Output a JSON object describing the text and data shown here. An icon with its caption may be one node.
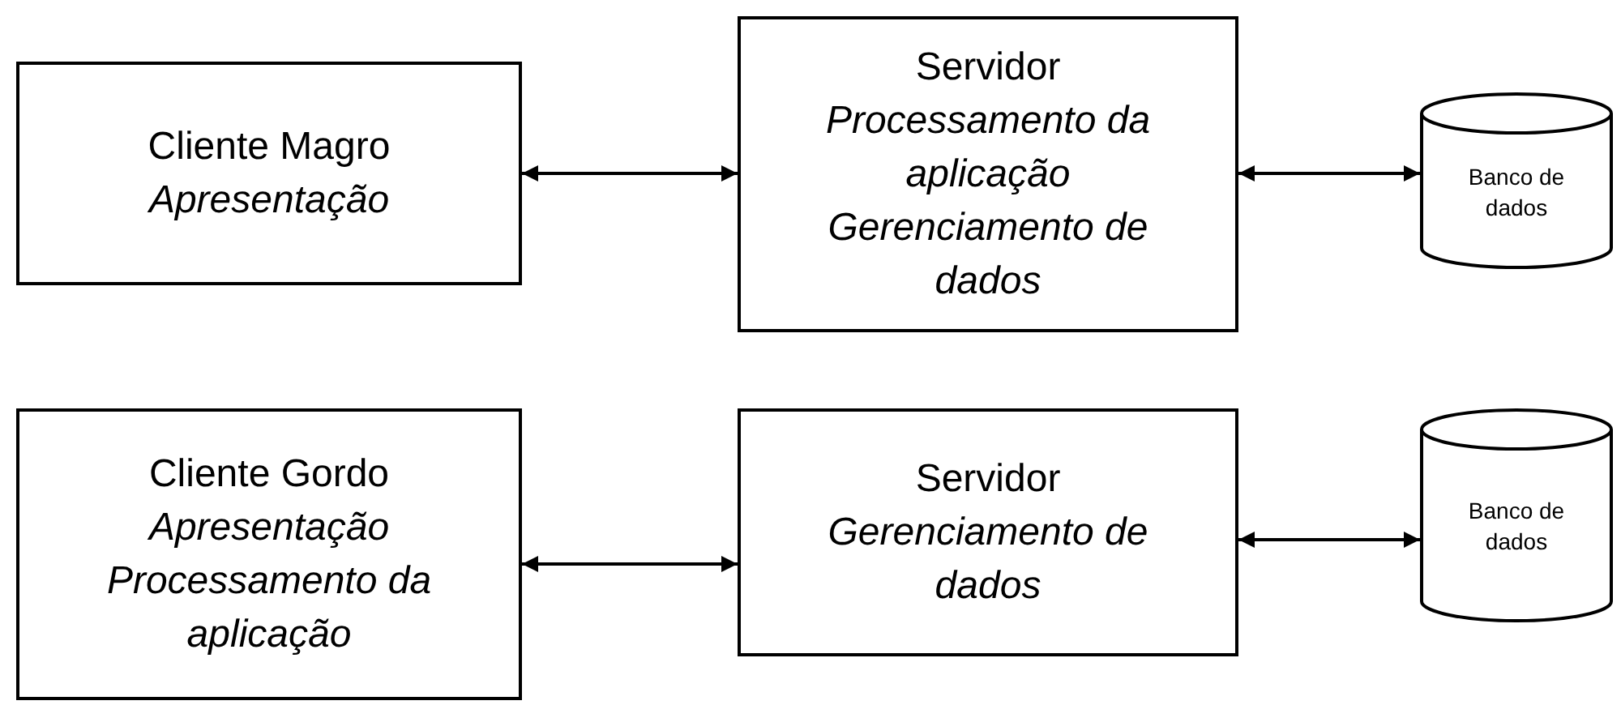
{
  "diagram": {
    "nodes": [
      {
        "text": [
          "Cliente Magro",
          "Apresentação"
        ]
      },
      {
        "text": [
          "Servidor",
          "Processamento da aplicação",
          "Gerenciamento de dados"
        ]
      },
      {
        "text": [
          "Banco de dados"
        ]
      },
      {
        "text": [
          "Cliente Gordo",
          "Apresentação",
          "Processamento da aplicação"
        ]
      },
      {
        "text": [
          "Servidor",
          "Gerenciamento de dados"
        ]
      },
      {
        "text": [
          "Banco de dados"
        ]
      }
    ],
    "edges": [
      {
        "from": 0,
        "to": 1,
        "arrow": "both"
      },
      {
        "from": 1,
        "to": 2,
        "arrow": "both"
      },
      {
        "from": 3,
        "to": 4,
        "arrow": "both"
      },
      {
        "from": 4,
        "to": 5,
        "arrow": "both"
      }
    ]
  }
}
